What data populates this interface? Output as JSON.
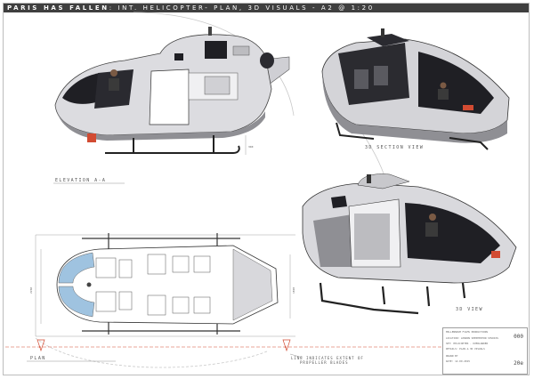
{
  "title": {
    "bold": "PARIS HAS FALLEN",
    "rest": ": INT. HELICOPTER- PLAN, 3D VISUALS - A2 @ 1:20"
  },
  "views": {
    "elevation": "ELEVATION A-A",
    "section": "3D SECTION VIEW",
    "three_d": "3D VIEW",
    "plan": "PLAN"
  },
  "markers": {
    "plan_left": "A",
    "plan_right": "A"
  },
  "dimensions": {
    "plan_width_left": "2230",
    "plan_width_right": "1820",
    "elevation_skid": "340"
  },
  "note": {
    "line1": "LINE INDICATES EXTENT OF",
    "line2": "PROPELLER BLADES"
  },
  "title_block": {
    "row1": "MILLENNIUM FILMS PRODUCTIONS",
    "row2": "LOCATION: LONDON SHEPPERTON STUDIOS",
    "row3": "SET: HELICOPTER - OVERLANDER",
    "row4": "DETAILS: PLAN & 3D VISUALS",
    "row5": "DRAWN BY",
    "row6": "DATE: 12.09.2015",
    "num_top": "000",
    "num_bottom": "20e"
  },
  "colors": {
    "body": "#d9d9dd",
    "body_dark": "#8f8f94",
    "window": "#1f1f24",
    "red": "#d24b32",
    "plan_blue": "#9fc3e0"
  }
}
